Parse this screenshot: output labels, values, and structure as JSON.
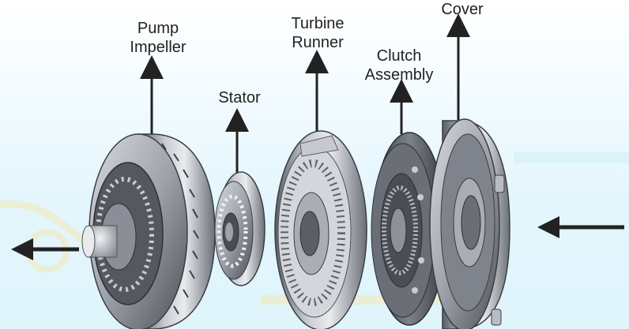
{
  "labels": {
    "pump_impeller": [
      "Pump",
      "Impeller"
    ],
    "stator": [
      "Stator"
    ],
    "turbine_runner": [
      "Turbine",
      "Runner"
    ],
    "clutch_assembly": [
      "Clutch",
      "Assembly"
    ],
    "cover": [
      "Cover"
    ]
  },
  "colors": {
    "arrow": "#222222",
    "metal_light": "#e6e8ec",
    "metal_mid": "#a9adb5",
    "metal_dark": "#4a4d54",
    "background_tint": "#e4f6fd"
  },
  "icons": [
    "arrow-left-output-icon",
    "arrow-left-input-icon"
  ]
}
